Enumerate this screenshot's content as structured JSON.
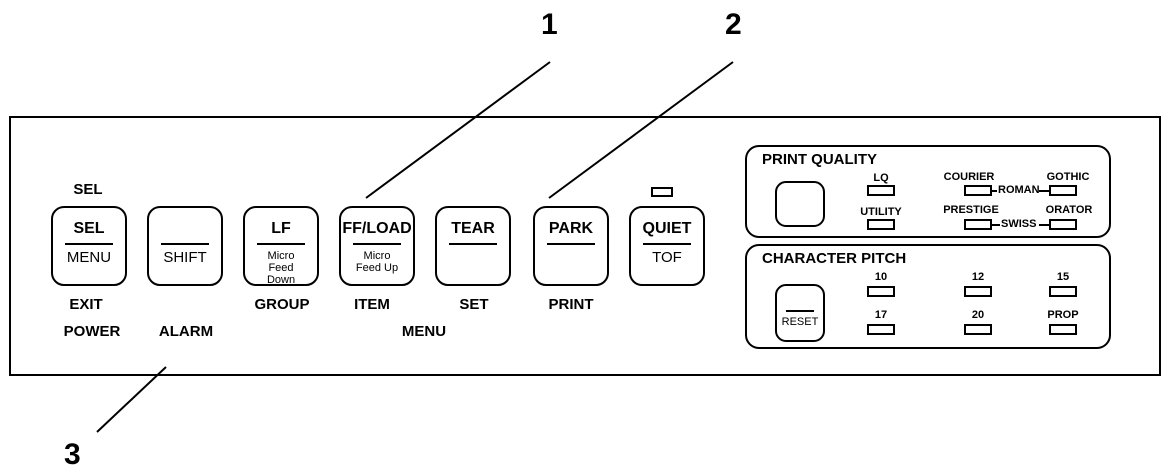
{
  "callouts": {
    "c1": "1",
    "c2": "2",
    "c3": "3"
  },
  "top_labels": {
    "sel": "SEL"
  },
  "buttons": {
    "sel": {
      "top": "SEL",
      "sub": "MENU"
    },
    "shift": {
      "top": "",
      "sub": "SHIFT"
    },
    "lf": {
      "top": "LF",
      "sub": "Micro Feed Down"
    },
    "ffload": {
      "top": "FF/LOAD",
      "sub": "Micro Feed Up"
    },
    "tear": {
      "top": "TEAR",
      "sub": ""
    },
    "park": {
      "top": "PARK",
      "sub": ""
    },
    "quiet": {
      "top": "QUIET",
      "sub": "TOF"
    }
  },
  "bottom_labels": {
    "exit": "EXIT",
    "power": "POWER",
    "alarm": "ALARM",
    "group": "GROUP",
    "item": "ITEM",
    "set": "SET",
    "print": "PRINT",
    "menu": "MENU"
  },
  "print_quality": {
    "title": "PRINT QUALITY",
    "lq": "LQ",
    "utility": "UTILITY",
    "courier": "COURIER",
    "gothic": "GOTHIC",
    "roman": "ROMAN",
    "prestige": "PRESTIGE",
    "orator": "ORATOR",
    "swiss": "SWISS"
  },
  "character_pitch": {
    "title": "CHARACTER PITCH",
    "p10": "10",
    "p12": "12",
    "p15": "15",
    "p17": "17",
    "p20": "20",
    "prop": "PROP",
    "reset": "RESET"
  }
}
